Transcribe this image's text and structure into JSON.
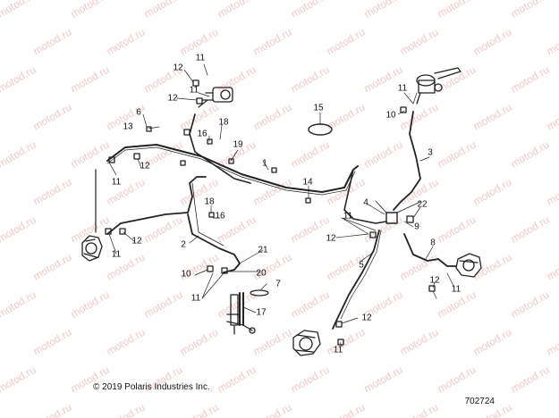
{
  "diagram": {
    "watermark_text": "motod.ru",
    "copyright": "© 2019 Polaris Industries Inc.",
    "diagram_id": "702724",
    "callouts": [
      "11",
      "12",
      "11",
      "12",
      "18",
      "16",
      "19",
      "6",
      "13",
      "12",
      "11",
      "1",
      "15",
      "14",
      "18",
      "16",
      "2",
      "12",
      "11",
      "21",
      "20",
      "10",
      "11",
      "7",
      "17",
      "11",
      "10",
      "3",
      "4",
      "11",
      "22",
      "9",
      "12",
      "5",
      "12",
      "11",
      "8",
      "12",
      "11"
    ]
  }
}
